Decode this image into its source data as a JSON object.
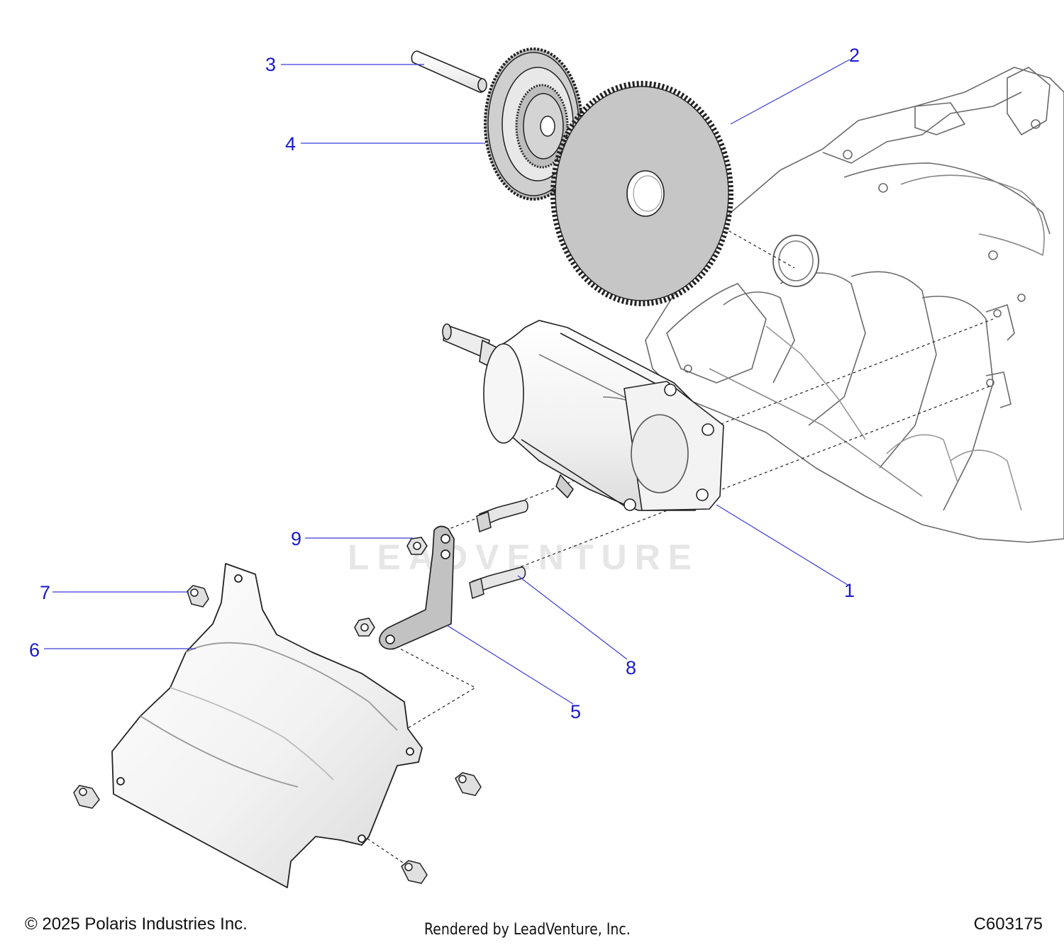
{
  "callouts": [
    {
      "id": "1",
      "label": "1",
      "name": "starter-motor"
    },
    {
      "id": "2",
      "label": "2",
      "name": "large-idler-gear"
    },
    {
      "id": "3",
      "label": "3",
      "name": "gear-shaft"
    },
    {
      "id": "4",
      "label": "4",
      "name": "compound-gear"
    },
    {
      "id": "5",
      "label": "5",
      "name": "mounting-bracket"
    },
    {
      "id": "6",
      "label": "6",
      "name": "starter-cover-shield"
    },
    {
      "id": "7",
      "label": "7",
      "name": "flange-bolt"
    },
    {
      "id": "8",
      "label": "8",
      "name": "stud-bolt"
    },
    {
      "id": "9",
      "label": "9",
      "name": "flange-nut"
    }
  ],
  "watermark": "LEADVENTURE",
  "footer": {
    "copyright": "© 2025 Polaris Industries Inc.",
    "rendered_by": "Rendered by LeadVenture, Inc.",
    "diagram_id": "C603175"
  },
  "colors": {
    "callout_text": "#1a1acc",
    "leader_line": "#3a3ad6",
    "part_outline": "#222222",
    "gear_fill": "#c8c8c8",
    "housing_outline": "#555555"
  }
}
